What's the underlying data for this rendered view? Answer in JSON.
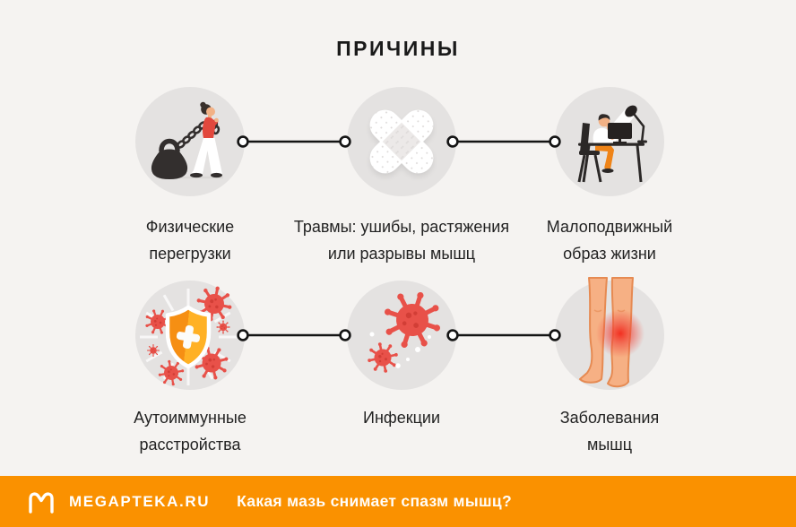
{
  "title": "ПРИЧИНЫ",
  "causes": [
    {
      "label": "Физические перегрузки",
      "icon": "kettlebell-woman-icon"
    },
    {
      "label": "Травмы: ушибы, растяжения или разрывы мышц",
      "icon": "crossed-plasters-icon"
    },
    {
      "label": "Малоподвижный образ жизни",
      "icon": "desk-sitting-icon"
    },
    {
      "label": "Аутоиммунные расстройства",
      "icon": "shield-immunity-icon"
    },
    {
      "label": "Инфекции",
      "icon": "virus-icon"
    },
    {
      "label": "Заболевания мышц",
      "icon": "legs-pain-icon"
    }
  ],
  "footer": {
    "brand": "MEGAPTEKA.RU",
    "question": "Какая мазь снимает спазм мышц?"
  },
  "colors": {
    "background": "#F5F3F1",
    "icon_circle": "#E4E2E1",
    "text": "#222222",
    "footer_orange": "#FA9100",
    "footer_text": "#FFFFFF",
    "shield_orange": "#F7941E",
    "virus_red": "#E85149",
    "pain_red": "#F0473B",
    "accent_red_clothes": "#E2483D",
    "pants_orange": "#EF8418",
    "skin": "#F2B185",
    "illustration_dark": "#2F2B2A",
    "connector": "#141414"
  }
}
